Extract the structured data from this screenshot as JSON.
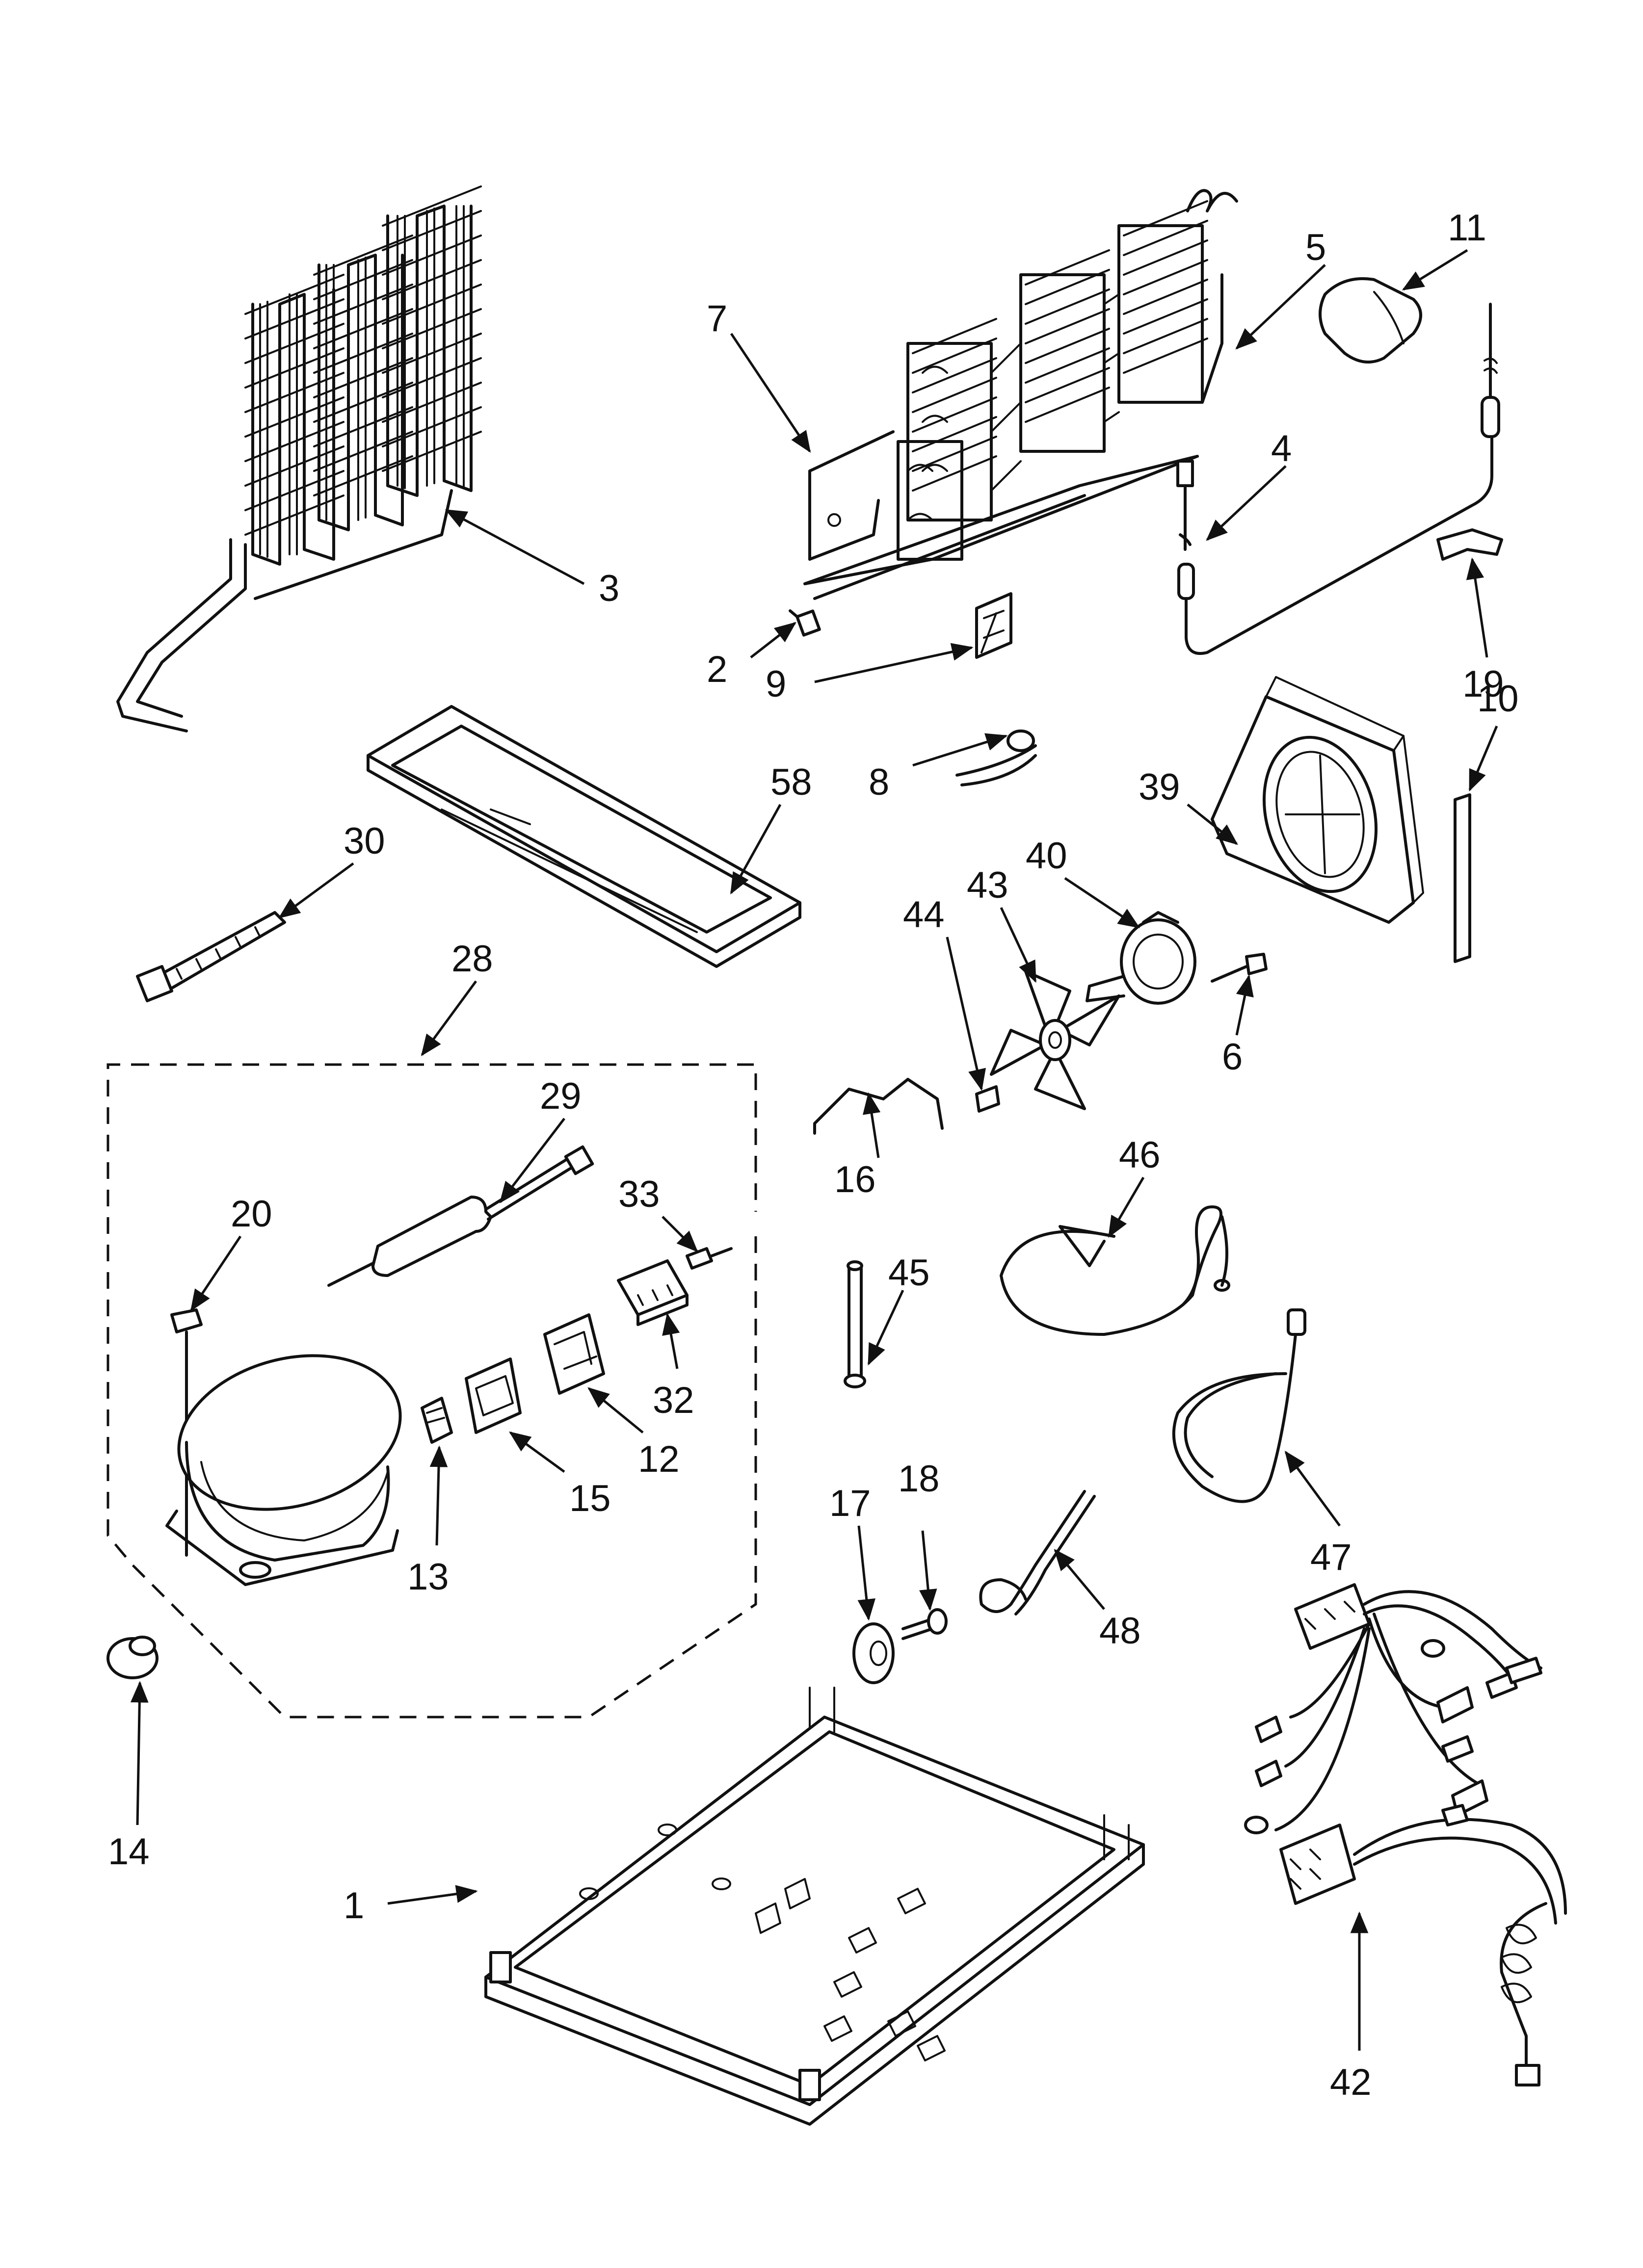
{
  "callouts": [
    {
      "id": "1",
      "text": "1"
    },
    {
      "id": "2",
      "text": "2"
    },
    {
      "id": "3",
      "text": "3"
    },
    {
      "id": "4",
      "text": "4"
    },
    {
      "id": "5",
      "text": "5"
    },
    {
      "id": "6",
      "text": "6"
    },
    {
      "id": "7",
      "text": "7"
    },
    {
      "id": "8",
      "text": "8"
    },
    {
      "id": "9",
      "text": "9"
    },
    {
      "id": "10",
      "text": "10"
    },
    {
      "id": "11",
      "text": "11"
    },
    {
      "id": "12",
      "text": "12"
    },
    {
      "id": "13",
      "text": "13"
    },
    {
      "id": "14",
      "text": "14"
    },
    {
      "id": "15",
      "text": "15"
    },
    {
      "id": "16",
      "text": "16"
    },
    {
      "id": "17",
      "text": "17"
    },
    {
      "id": "18",
      "text": "18"
    },
    {
      "id": "19",
      "text": "19"
    },
    {
      "id": "20",
      "text": "20"
    },
    {
      "id": "28",
      "text": "28"
    },
    {
      "id": "29",
      "text": "29"
    },
    {
      "id": "30",
      "text": "30"
    },
    {
      "id": "32",
      "text": "32"
    },
    {
      "id": "33",
      "text": "33"
    },
    {
      "id": "39",
      "text": "39"
    },
    {
      "id": "40",
      "text": "40"
    },
    {
      "id": "42",
      "text": "42"
    },
    {
      "id": "43",
      "text": "43"
    },
    {
      "id": "44",
      "text": "44"
    },
    {
      "id": "45",
      "text": "45"
    },
    {
      "id": "46",
      "text": "46"
    },
    {
      "id": "47",
      "text": "47"
    },
    {
      "id": "48",
      "text": "48"
    },
    {
      "id": "58",
      "text": "58"
    }
  ]
}
